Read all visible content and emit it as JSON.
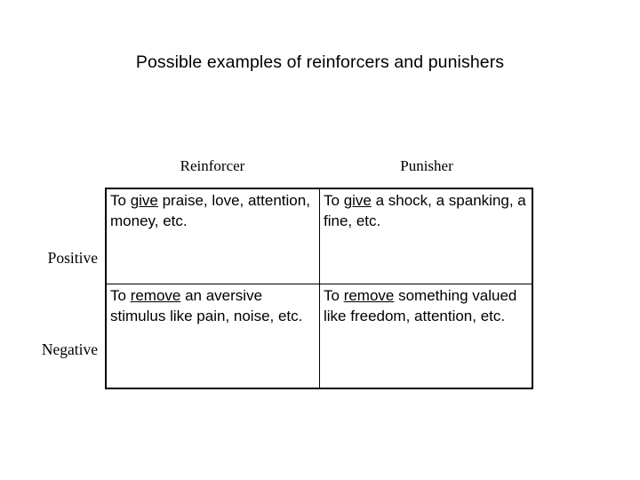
{
  "slide": {
    "title": "Possible examples of reinforcers and punishers",
    "background_color": "#ffffff",
    "text_color": "#000000",
    "border_color": "#000000"
  },
  "table": {
    "column_headers": [
      {
        "label": "Reinforcer"
      },
      {
        "label": "Punisher"
      }
    ],
    "row_labels": [
      {
        "label": "Positive"
      },
      {
        "label": "Negative"
      }
    ],
    "cells": [
      {
        "row": "Positive",
        "column": "Reinforcer",
        "prefix": "To ",
        "emphasis": "give",
        "suffix": " praise, love, attention, money, etc.",
        "full_text": "To give praise, love, attention, money, etc."
      },
      {
        "row": "Positive",
        "column": "Punisher",
        "prefix": "To ",
        "emphasis": "give",
        "suffix": " a shock, a spanking, a fine, etc.",
        "full_text": "To give a shock, a spanking, a fine, etc."
      },
      {
        "row": "Negative",
        "column": "Reinforcer",
        "prefix": "To ",
        "emphasis": "remove",
        "suffix": " an aversive stimulus like pain, noise, etc.",
        "full_text": "To remove an aversive stimulus like pain, noise, etc."
      },
      {
        "row": "Negative",
        "column": "Punisher",
        "prefix": "To ",
        "emphasis": "remove",
        "suffix": " something valued like freedom, attention, etc.",
        "full_text": "To remove something valued like freedom, attention, etc."
      }
    ]
  }
}
